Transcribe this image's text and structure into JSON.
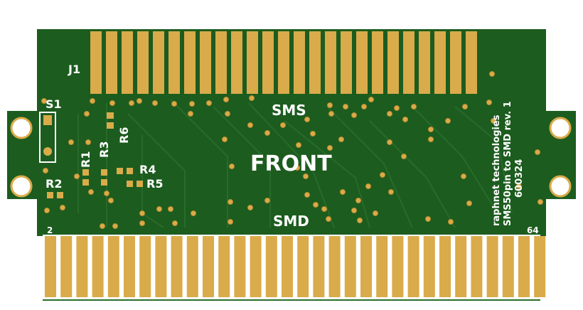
{
  "colors": {
    "pcb_green": "#1c5c1f",
    "pcb_dark": "#134a16",
    "pad_gold": "#d9ab4a",
    "pad_gold_dark": "#b88a2f",
    "silkscreen": "#ffffff",
    "trace": "#2a6d2c"
  },
  "labels": {
    "connector_top": "J1",
    "switch": "S1",
    "r1": "R1",
    "r2": "R2",
    "r3": "R3",
    "r4": "R4",
    "r5": "R5",
    "r6": "R6",
    "sms": "SMS",
    "front": "FRONT",
    "smd": "SMD",
    "pin_first": "2",
    "pin_last": "64"
  },
  "board_info": {
    "line1": "raphnet technologies",
    "line2": "SMS50pin to SMD rev. 1",
    "line3": "600324"
  },
  "top_finger_count": 25,
  "bottom_finger_count": 32
}
